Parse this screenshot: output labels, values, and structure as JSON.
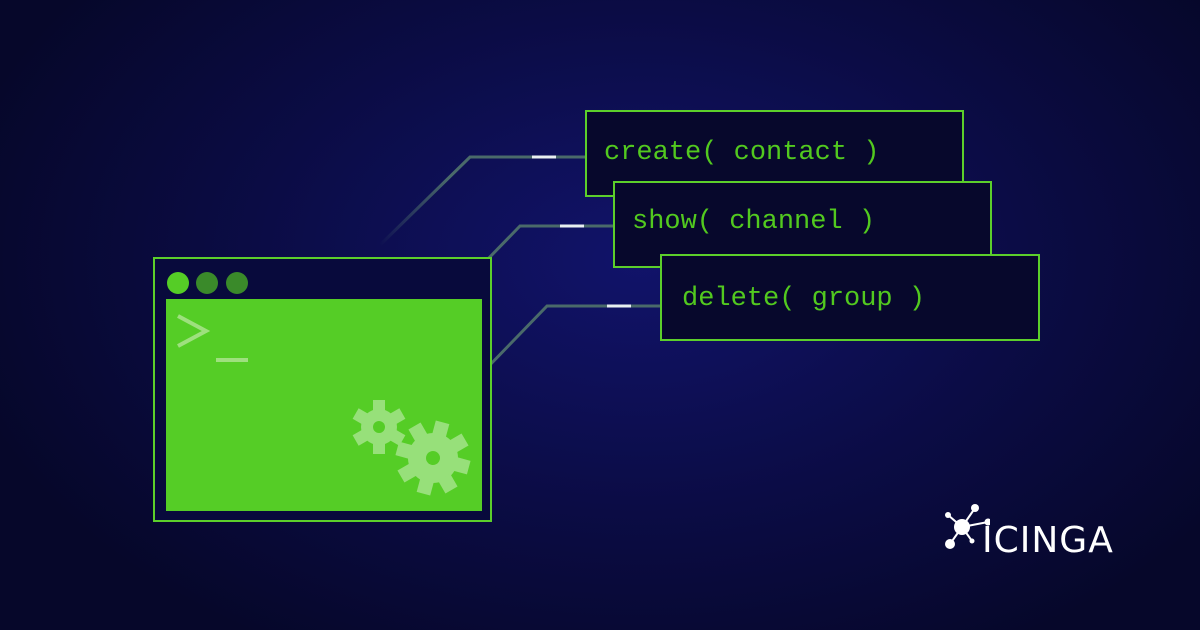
{
  "commands": [
    {
      "label": "create( contact )"
    },
    {
      "label": "show( channel )"
    },
    {
      "label": "delete( group )"
    }
  ],
  "terminal": {
    "prompt": ">_",
    "icon": "gears-icon"
  },
  "logo": {
    "text": "ICINGA"
  },
  "colors": {
    "accent": "#5ccf2b",
    "screen": "#55cd26",
    "background": "#0b0c45",
    "text": "#52c91f"
  }
}
